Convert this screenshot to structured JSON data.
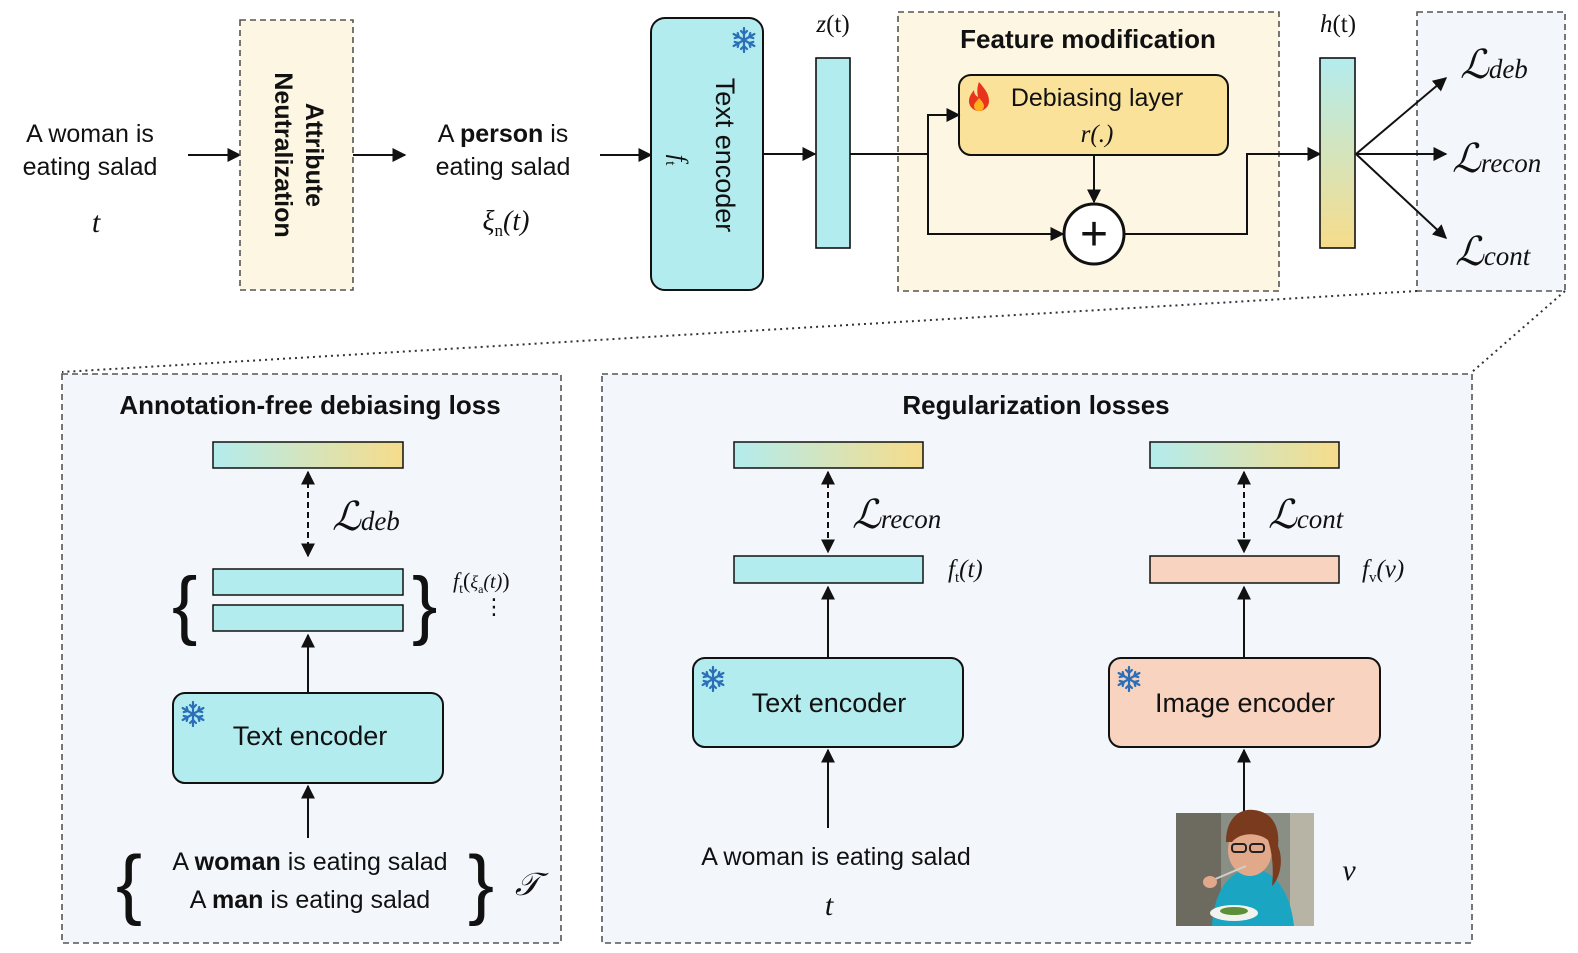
{
  "input": {
    "sentence_line1": "A woman is",
    "sentence_line2": "eating salad",
    "symbol": "t"
  },
  "neutralization": {
    "label_line1": "Attribute",
    "label_line2": "Neutralization"
  },
  "neutral_sentence": {
    "prefix": "A ",
    "bold": "person",
    "suffix": " is",
    "line2": "eating salad",
    "symbol_xi": "ξ",
    "symbol_sub": "n",
    "symbol_arg": "(t)"
  },
  "text_encoder_top": {
    "label": "Text encoder",
    "symbol_f": "f",
    "symbol_sub": "t",
    "state": "frozen"
  },
  "embedding_z": {
    "label_var": "z",
    "label_arg": "(t)"
  },
  "feature_modification": {
    "title": "Feature modification",
    "debias_layer_label": "Debiasing layer",
    "debias_layer_func": "r(.)",
    "state": "trainable",
    "plus": "+"
  },
  "embedding_h": {
    "label_var": "h",
    "label_arg": "(t)"
  },
  "losses": [
    {
      "script": "ℒ",
      "sub": "deb"
    },
    {
      "script": "ℒ",
      "sub": "recon"
    },
    {
      "script": "ℒ",
      "sub": "cont"
    }
  ],
  "debiasing_panel": {
    "title": "Annotation-free debiasing loss",
    "loss_script": "ℒ",
    "loss_sub": "deb",
    "encoder_label": "Text encoder",
    "feature_f": "f",
    "feature_sub": "t",
    "feature_xi": "ξ",
    "feature_xi_sub": "a",
    "feature_arg": "(t)",
    "ellipsis": "⋮",
    "sentences": [
      {
        "prefix": "A ",
        "bold": "woman",
        "suffix": " is eating salad"
      },
      {
        "prefix": "A ",
        "bold": "man",
        "suffix": " is eating salad"
      }
    ],
    "set_symbol": "𝒯"
  },
  "regularization_panel": {
    "title": "Regularization losses",
    "recon_loss_script": "ℒ",
    "recon_loss_sub": "recon",
    "text_feature_f": "f",
    "text_feature_sub": "t",
    "text_feature_arg": "(t)",
    "text_encoder_label": "Text encoder",
    "text_input": "A woman is eating salad",
    "text_symbol": "t",
    "cont_loss_script": "ℒ",
    "cont_loss_sub": "cont",
    "image_feature_f": "f",
    "image_feature_sub": "v",
    "image_feature_arg": "(v)",
    "image_encoder_label": "Image encoder",
    "image_symbol": "v"
  },
  "colors": {
    "cyan": "#b3ecee",
    "yellow": "#f6dc8a",
    "peach": "#f8d3c0",
    "panel_cream": "#fdf6e3",
    "panel_blue": "#f3f6fb",
    "debias_fill": "#fbe29a"
  }
}
